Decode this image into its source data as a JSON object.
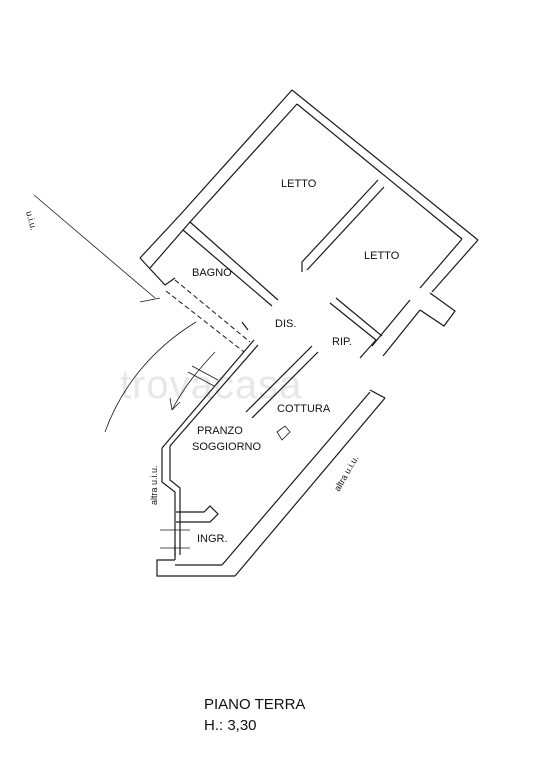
{
  "watermark": "trovacasa",
  "rooms": {
    "letto_1": "LETTO",
    "letto_2": "LETTO",
    "bagno": "BAGNO",
    "dis": "DIS.",
    "rip": "RIP.",
    "cottura": "COTTURA",
    "pranzo": "PRANZO",
    "soggiorno": "SOGGIORNO",
    "ingr": "INGR."
  },
  "neighbors": {
    "left_top": "u.i.u.",
    "left_bottom": "altra u.i.u.",
    "right": "altra u.i.u."
  },
  "footer": {
    "floor": "PIANO TERRA",
    "height": "H.: 3,30"
  }
}
